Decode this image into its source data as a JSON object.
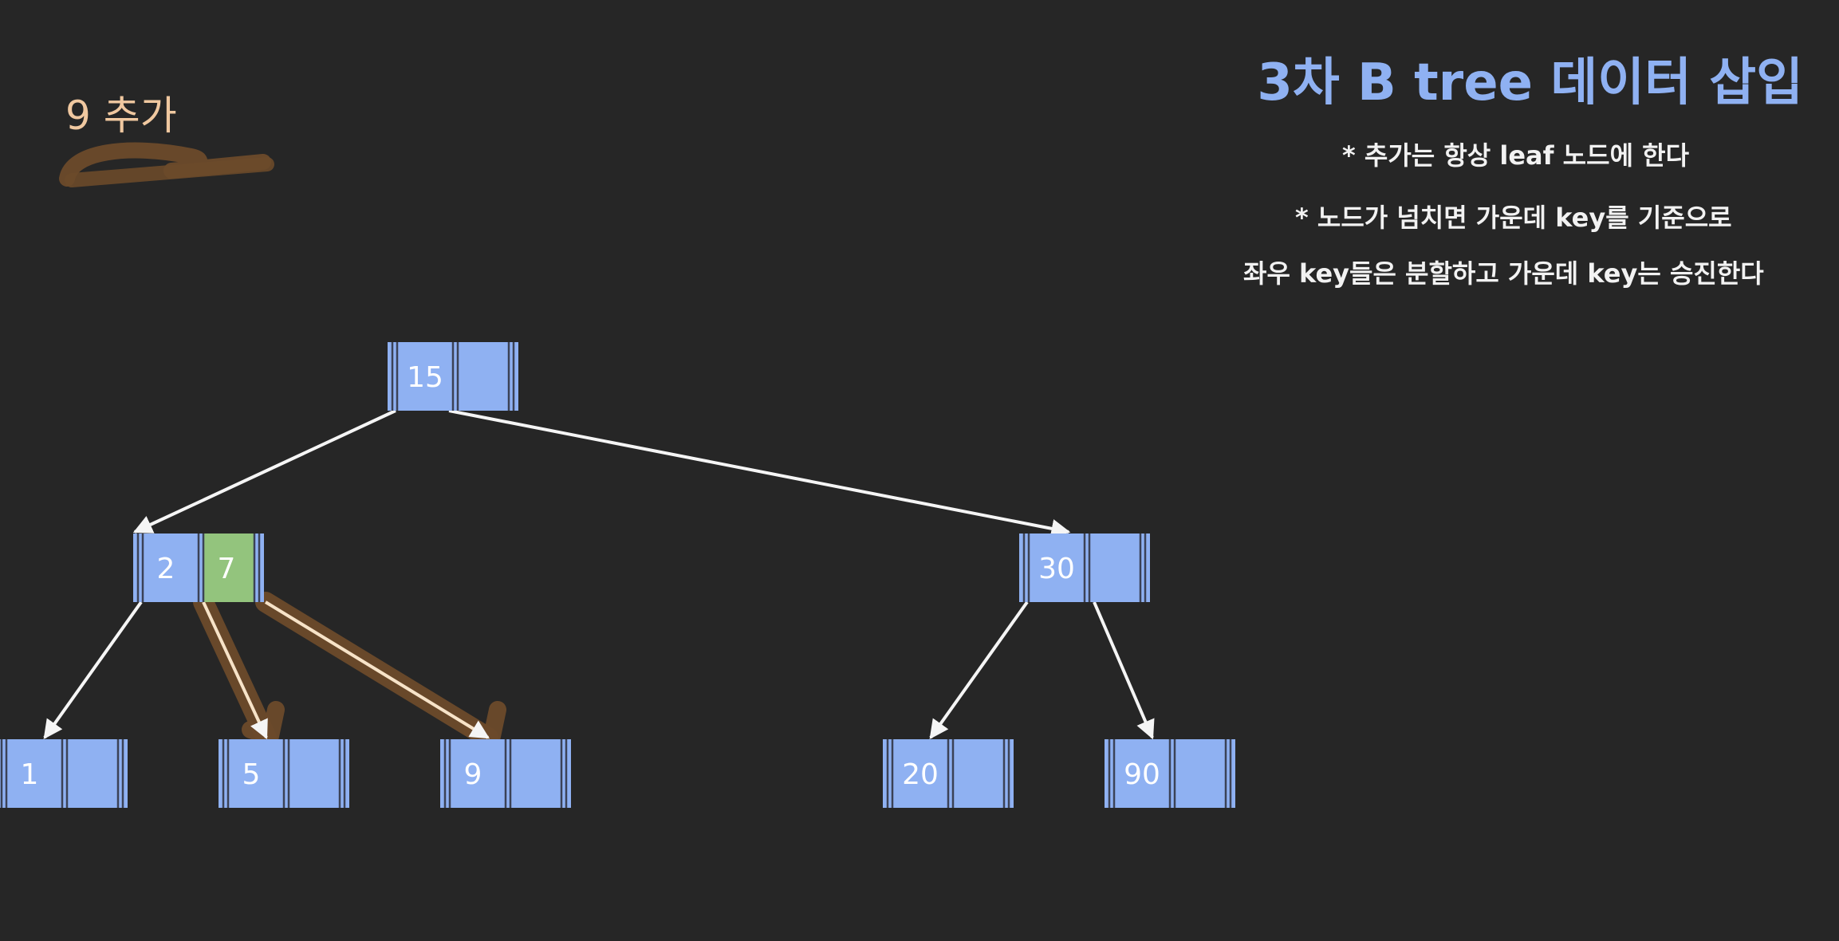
{
  "header": {
    "title": "3차 B tree 데이터 삽입",
    "rule_1": "* 추가는 항상 leaf 노드에 한다",
    "rule_2": "* 노드가 넘치면 가운데 key를 기준으로",
    "rule_3": "좌우 key들은 분할하고 가운데 key는 승진한다"
  },
  "annotation": {
    "added_label": "9 추가"
  },
  "colors": {
    "background": "#262626",
    "node_fill": "#8fb1f2",
    "highlight_fill": "#93c47d",
    "edge": "#f5f5f5",
    "marker": "#6b4a2a",
    "title": "#8fb1f2"
  },
  "tree": {
    "nodes": [
      {
        "id": "root",
        "keys": [
          "15",
          ""
        ],
        "highlight": []
      },
      {
        "id": "left",
        "keys": [
          "2",
          "7"
        ],
        "highlight": [
          1
        ]
      },
      {
        "id": "right",
        "keys": [
          "30",
          ""
        ],
        "highlight": []
      },
      {
        "id": "leaf-1",
        "keys": [
          "1",
          ""
        ],
        "highlight": []
      },
      {
        "id": "leaf-5",
        "keys": [
          "5",
          ""
        ],
        "highlight": []
      },
      {
        "id": "leaf-9",
        "keys": [
          "9",
          ""
        ],
        "highlight": []
      },
      {
        "id": "leaf-20",
        "keys": [
          "20",
          ""
        ],
        "highlight": []
      },
      {
        "id": "leaf-90",
        "keys": [
          "90",
          ""
        ],
        "highlight": []
      }
    ],
    "edges": [
      {
        "from": "root",
        "to": "left",
        "highlighted": false
      },
      {
        "from": "root",
        "to": "right",
        "highlighted": false
      },
      {
        "from": "left",
        "to": "leaf-1",
        "highlighted": false
      },
      {
        "from": "left",
        "to": "leaf-5",
        "highlighted": true
      },
      {
        "from": "left",
        "to": "leaf-9",
        "highlighted": true
      },
      {
        "from": "right",
        "to": "leaf-20",
        "highlighted": false
      },
      {
        "from": "right",
        "to": "leaf-90",
        "highlighted": false
      }
    ]
  }
}
